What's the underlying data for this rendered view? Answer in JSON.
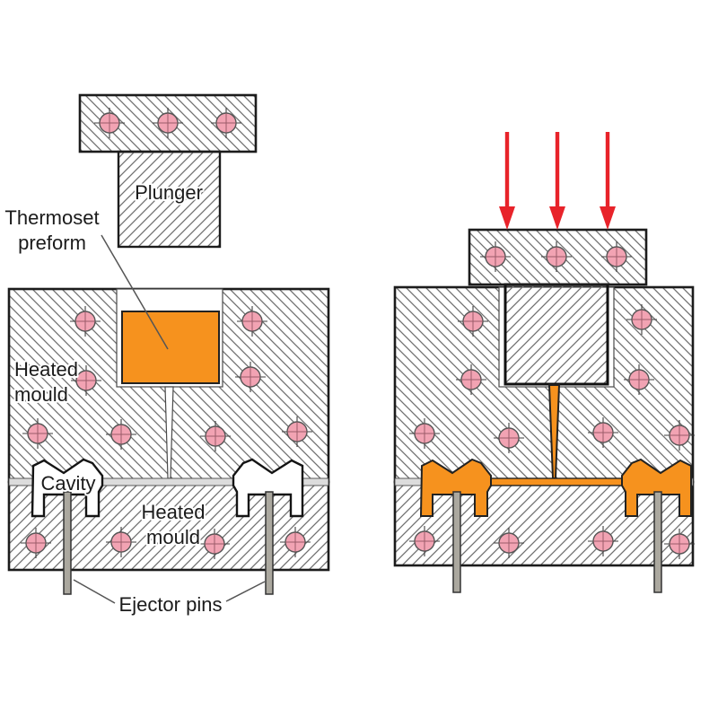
{
  "diagram": {
    "subject": "transfer-moulding-process",
    "labels": {
      "plunger": "Plunger",
      "thermoset_preform": [
        "Thermoset",
        "preform"
      ],
      "heated_mould_left": [
        "Heated",
        "mould"
      ],
      "cavity": "Cavity",
      "heated_mould_bottom": [
        "Heated",
        "mould"
      ],
      "ejector_pins": "Ejector pins"
    },
    "colors": {
      "preform_orange": "#F6921E",
      "heating_channel_pink": "#F2A3B3",
      "force_arrow_red": "#E8232A",
      "ejector_pin_gray": "#ABA89F",
      "runner_gray": "#DCDCDC",
      "hatch_gray": "#707070",
      "outline_dark": "#1C1C1C"
    }
  }
}
